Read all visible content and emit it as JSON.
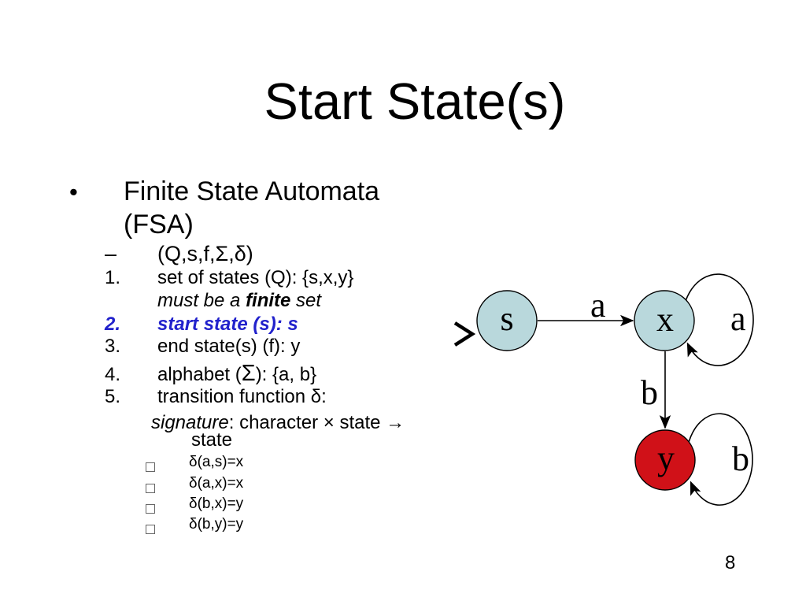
{
  "slide": {
    "title": "Start State(s)",
    "page_number": "8"
  },
  "outline": {
    "bullet_marker": "•",
    "bullet_text": "Finite State Automata (FSA)",
    "dash_marker": "–",
    "dash_text": "(Q,s,f,Σ,δ)",
    "items": [
      {
        "number": "1.",
        "text": "set of states (Q): {s,x,y}"
      },
      {
        "number": "2.",
        "text": "start state (s): s"
      },
      {
        "number": "3.",
        "text": "end state(s) (f): y"
      },
      {
        "number": "4.",
        "pre": "alphabet (",
        "sigma": "Σ",
        "post": "): {a, b}"
      },
      {
        "number": "5.",
        "text": "transition function δ:"
      }
    ],
    "note": {
      "pre": "must be a ",
      "bold": "finite",
      "post": " set"
    },
    "signature": {
      "italic": "signature",
      "rest": ": character × state →",
      "wrap": "state"
    },
    "delta_items": [
      "δ(a,s)=x",
      "δ(a,x)=x",
      "δ(b,x)=y",
      "δ(b,y)=y"
    ]
  },
  "icons": {
    "start_marker": ">",
    "delta_bullet": "□"
  },
  "diagram": {
    "states": [
      {
        "label": "s",
        "fill": "#b9d8dc",
        "role": "start"
      },
      {
        "label": "x",
        "fill": "#b9d8dc",
        "role": "normal"
      },
      {
        "label": "y",
        "fill": "#d01118",
        "role": "end"
      }
    ],
    "edge_labels": {
      "s_to_x": "a",
      "x_self": "a",
      "x_to_y": "b",
      "y_self": "b"
    }
  },
  "colors": {
    "highlight": "#2222cc",
    "state_blue": "#b9d8dc",
    "state_red": "#d01118",
    "stroke": "#000000",
    "background": "#ffffff"
  }
}
